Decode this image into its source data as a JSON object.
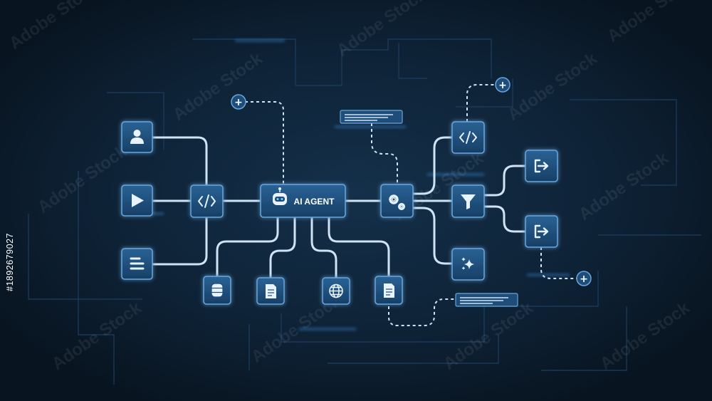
{
  "agent": {
    "label": "AI AGENT"
  },
  "watermark": {
    "text": "Adobe Stock"
  },
  "stock_id": "#1892679027",
  "plus_symbol": "+",
  "colors": {
    "background": "#0c1a28",
    "node_fill": "#1d4d78",
    "node_stroke": "#6aa6dc",
    "wire": "#cfe3f5",
    "icon": "#e8f3ff",
    "trace": "#1c3e5e"
  },
  "nodes": [
    {
      "name": "user-node",
      "icon": "user-icon"
    },
    {
      "name": "play-node",
      "icon": "play-icon"
    },
    {
      "name": "text-node",
      "icon": "text-lines-icon"
    },
    {
      "name": "code-node-left",
      "icon": "code-icon"
    },
    {
      "name": "ai-agent-node",
      "icon": "robot-icon"
    },
    {
      "name": "database-node",
      "icon": "database-icon"
    },
    {
      "name": "document-node-1",
      "icon": "document-icon"
    },
    {
      "name": "globe-node",
      "icon": "globe-icon"
    },
    {
      "name": "document-node-2",
      "icon": "document-icon"
    },
    {
      "name": "settings-node",
      "icon": "gears-icon"
    },
    {
      "name": "code-node-right",
      "icon": "code-icon"
    },
    {
      "name": "filter-node",
      "icon": "filter-icon"
    },
    {
      "name": "sparkle-node",
      "icon": "sparkle-icon"
    },
    {
      "name": "output-node-1",
      "icon": "output-icon"
    },
    {
      "name": "output-node-2",
      "icon": "output-icon"
    }
  ]
}
